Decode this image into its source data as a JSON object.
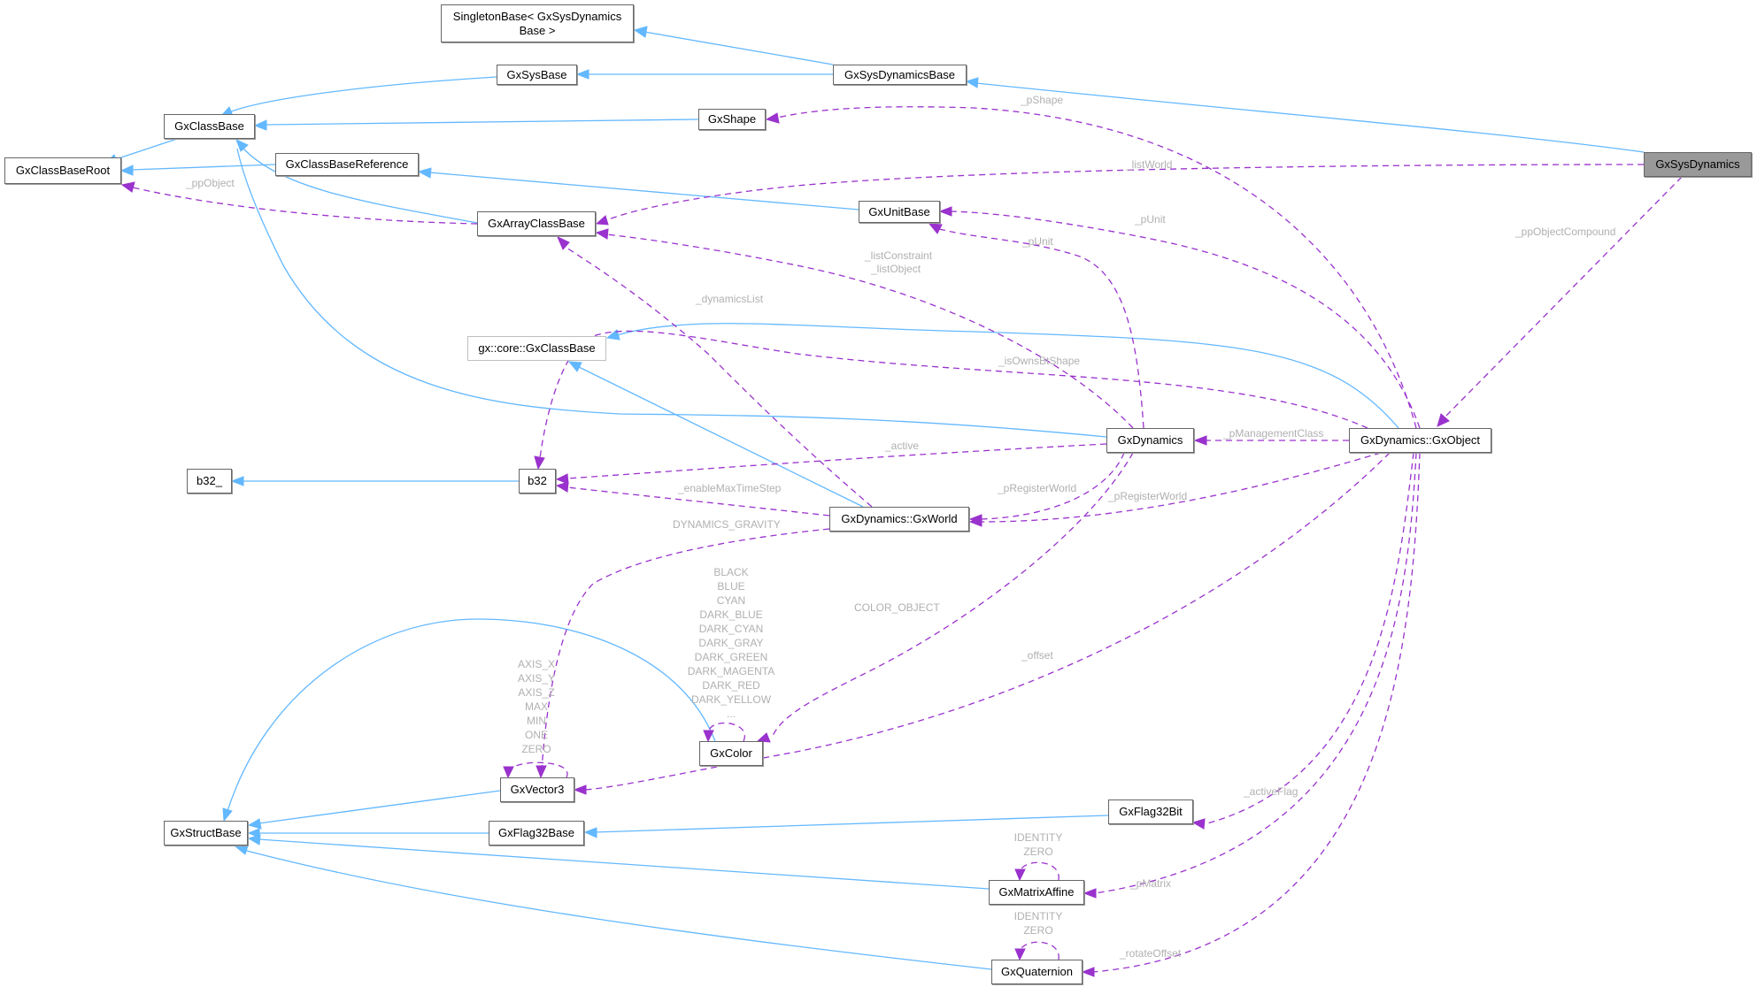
{
  "diagram": {
    "title": "GxSysDynamics collaboration graph",
    "colors": {
      "inheritance": "#63b8ff",
      "usage": "#9a32cd",
      "label": "#b0b0b0",
      "focus_fill": "#999999"
    },
    "nodes": {
      "singleton": "SingletonBase< GxSysDynamics\nBase >",
      "sysbase": "GxSysBase",
      "sysdynbase": "GxSysDynamicsBase",
      "shape": "GxShape",
      "classbase": "GxClassBase",
      "classbaseroot": "GxClassBaseRoot",
      "classbaseref": "GxClassBaseReference",
      "sysdynamics": "GxSysDynamics",
      "unitbase": "GxUnitBase",
      "arrayclassbase": "GxArrayClassBase",
      "coreclassbase": "gx::core::GxClassBase",
      "dynamics": "GxDynamics",
      "gxobject": "GxDynamics::GxObject",
      "b32u": "b32_",
      "b32": "b32",
      "gxworld": "GxDynamics::GxWorld",
      "color": "GxColor",
      "vector3": "GxVector3",
      "structbase": "GxStructBase",
      "flag32base": "GxFlag32Base",
      "flag32bit": "GxFlag32Bit",
      "matrixaffine": "GxMatrixAffine",
      "quaternion": "GxQuaternion"
    },
    "edge_labels": {
      "pShape": "_pShape",
      "listWorld": "_listWorld",
      "ppObject": "_ppObject",
      "ppObjectCompound": "_ppObjectCompound",
      "pUnit1": "_pUnit",
      "pUnit2": "_pUnit",
      "listConstraint": "_listConstraint",
      "listObject": "_listObject",
      "dynamicsList": "_dynamicsList",
      "isOwnsBtShape": "_isOwnsBtShape",
      "pManagementClass": "_pManagementClass",
      "active": "_active",
      "enableMaxTimeStep": "_enableMaxTimeStep",
      "pRegisterWorld1": "_pRegisterWorld",
      "pRegisterWorld2": "_pRegisterWorld",
      "dynamicsGravity": "DYNAMICS_GRAVITY",
      "colorObject": "COLOR_OBJECT",
      "offset": "_offset",
      "activeFlag": "_activeFlag",
      "pMatrix": "_pMatrix",
      "rotateOffset": "_rotateOffset"
    },
    "color_constants": [
      "BLACK",
      "BLUE",
      "CYAN",
      "DARK_BLUE",
      "DARK_CYAN",
      "DARK_GRAY",
      "DARK_GREEN",
      "DARK_MAGENTA",
      "DARK_RED",
      "DARK_YELLOW",
      "..."
    ],
    "vector3_constants": [
      "AXIS_X",
      "AXIS_Y",
      "AXIS_Z",
      "MAX",
      "MIN",
      "ONE",
      "ZERO"
    ],
    "matrix_constants": [
      "IDENTITY",
      "ZERO"
    ],
    "quaternion_constants": [
      "IDENTITY",
      "ZERO"
    ]
  }
}
